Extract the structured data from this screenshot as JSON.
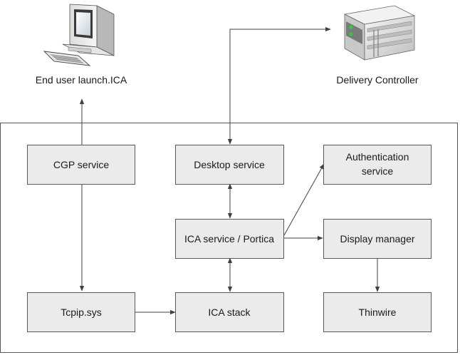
{
  "external": {
    "end_user": "End user launch.ICA",
    "delivery_controller": "Delivery Controller"
  },
  "boxes": {
    "cgp_service": "CGP service",
    "desktop_service": "Desktop service",
    "authentication_service_line1": "Authentication",
    "authentication_service_line2": "service",
    "ica_service_portica": "ICA service / Portica",
    "display_manager": "Display manager",
    "tcpip_sys": "Tcpip.sys",
    "ica_stack": "ICA stack",
    "thinwire": "Thinwire"
  },
  "colors": {
    "box_fill": "#ebebeb",
    "box_stroke": "#595959",
    "edge": "#404040"
  }
}
